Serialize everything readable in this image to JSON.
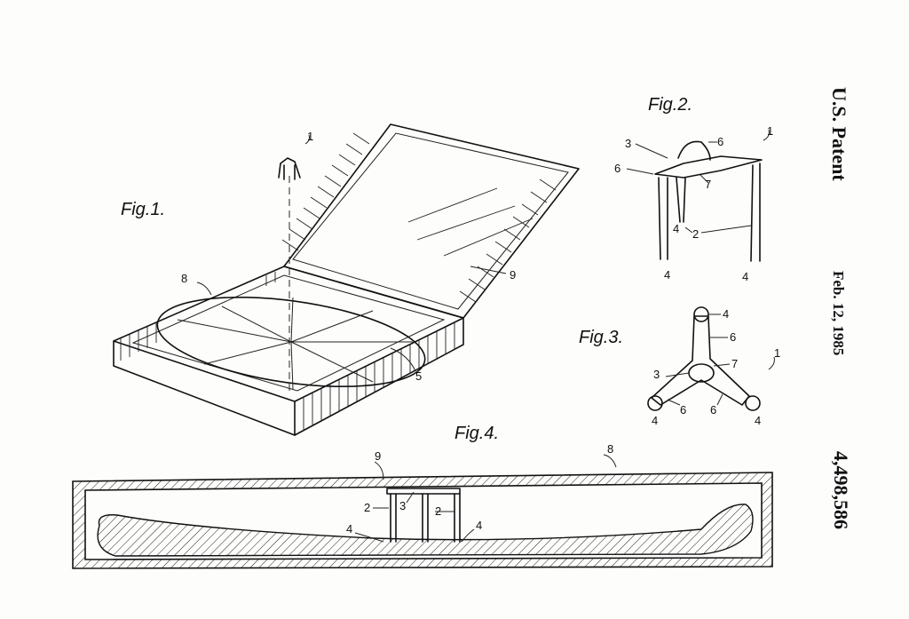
{
  "header": {
    "patent": "U.S. Patent",
    "date": "Feb. 12, 1985",
    "number": "4,498,586"
  },
  "figures": {
    "fig1": "Fig.1.",
    "fig2": "Fig.2.",
    "fig3": "Fig.3.",
    "fig4": "Fig.4."
  },
  "refs": {
    "fig1": [
      "1",
      "8",
      "9",
      "5"
    ],
    "fig2": [
      "1",
      "3",
      "6",
      "6",
      "7",
      "2",
      "4",
      "4",
      "4"
    ],
    "fig3": [
      "4",
      "6",
      "7",
      "1",
      "3",
      "6",
      "6",
      "4",
      "4"
    ],
    "fig4": [
      "9",
      "8",
      "2",
      "3",
      "2",
      "4",
      "4"
    ]
  }
}
